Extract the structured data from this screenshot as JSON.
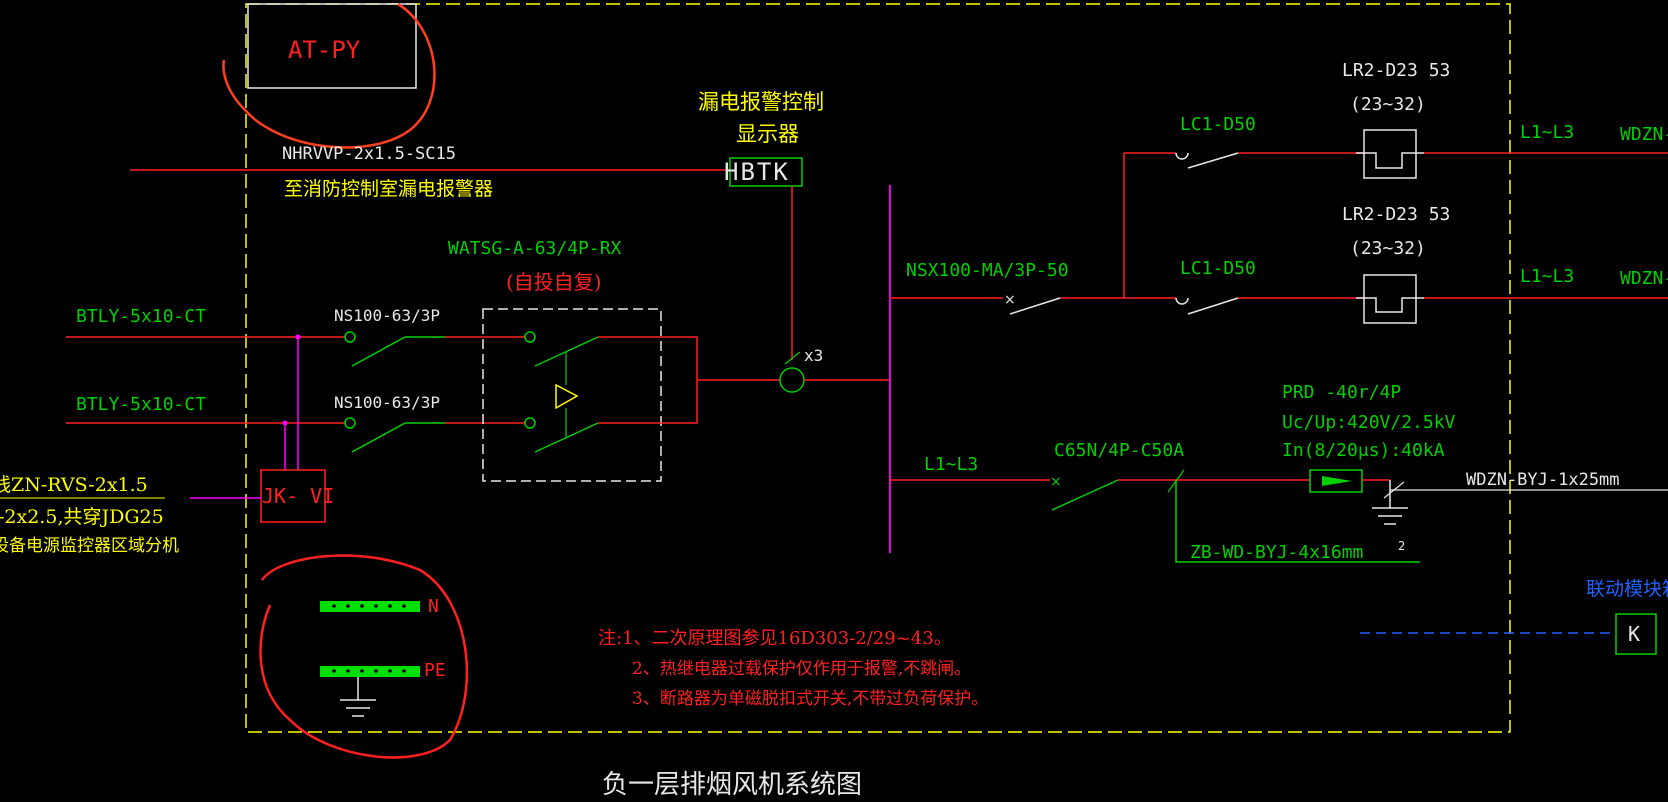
{
  "panel": {
    "name": "AT-PY",
    "title": "负一层排烟风机系统图"
  },
  "alarm": {
    "cable": "NHRVVP-2x1.5-SC15",
    "cable_dest": "至消防控制室漏电报警器",
    "device_label_line1": "漏电报警控制",
    "device_label_line2": "显示器",
    "device_code": "HBTK",
    "ct_count": "x3"
  },
  "incoming": {
    "cable1": "BTLY-5x10-CT",
    "cable2": "BTLY-5x10-CT",
    "breaker1": "NS100-63/3P",
    "breaker2": "NS100-63/3P"
  },
  "ats": {
    "model": "WATSG-A-63/4P-RX",
    "mode": "(自投自复)"
  },
  "monitor": {
    "module": "JK- VI",
    "text_line1": "线ZN-RVS-2x1.5",
    "text_line2": "-2x2.5,共穿JDG25",
    "text_line3": "设备电源监控器区域分机"
  },
  "busbars": {
    "n_label": "N",
    "pe_label": "PE"
  },
  "outgoing": {
    "main_breaker": "NSX100-MA/3P-50",
    "contactor1": "LC1-D50",
    "contactor2": "LC1-D50",
    "relay1_model": "LR2-D23 53",
    "relay1_range": "(23~32)",
    "relay2_model": "LR2-D23 53",
    "relay2_range": "(23~32)",
    "phase1": "L1~L3",
    "phase2": "L1~L3",
    "cable1": "WDZN-",
    "cable2": "WDZN-"
  },
  "spd": {
    "phase": "L1~L3",
    "breaker": "C65N/4P-C50A",
    "model": "PRD -40r/4P",
    "uc_up": "Uc/Up:420V/2.5kV",
    "in_rating": "In(8/20μs):40kA",
    "ground_cable": "WDZN-BYJ-1x25mm",
    "pe_cable": "ZB-WD-BYJ-4x16mm",
    "ground_index": "2"
  },
  "linkage": {
    "label": "联动模块箱",
    "k": "K"
  },
  "notes": {
    "line1": "注:1、二次原理图参见16D303-2/29~43。",
    "line2": "2、热继电器过载保护仅作用于报警,不跳闸。",
    "line3": "3、断路器为单磁脱扣式开关,不带过负荷保护。"
  },
  "colors": {
    "frame": "#ffff00",
    "wire": "#ff2020",
    "device": "#00d000",
    "bus": "#ff00ff",
    "markup": "#ff4020",
    "pe_line": "#2060ff"
  }
}
